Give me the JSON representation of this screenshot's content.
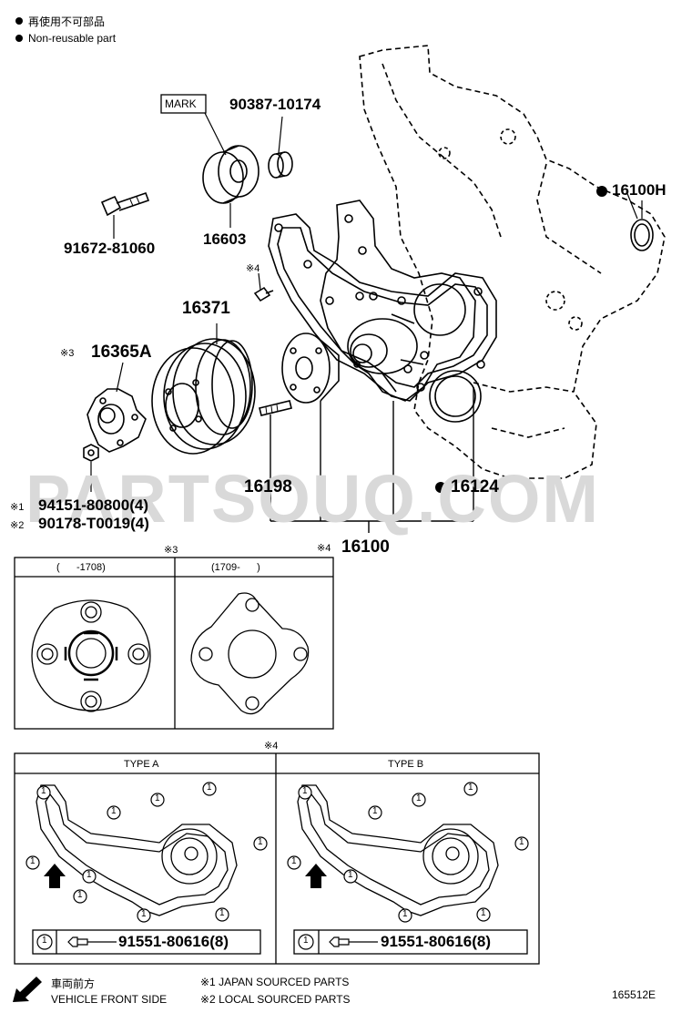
{
  "legend": {
    "nonreusable_jp": "再使用不可部品",
    "nonreusable_en": "Non-reusable part"
  },
  "watermark": "PARTSOUQ.COM",
  "parts": {
    "mark": "MARK",
    "p90387": "90387-10174",
    "p16603": "16603",
    "p91672": "91672-81060",
    "p16100h": "16100H",
    "note4_top": "※4",
    "p16371": "16371",
    "p16365a": "16365A",
    "p16365a_note": "※3",
    "p16198": "16198",
    "p16124": "16124",
    "p94151": "94151-80800(4)",
    "p94151_note": "※1",
    "p90178": "90178-T0019(4)",
    "p90178_note": "※2",
    "p16100": "16100",
    "p16100_note": "※4"
  },
  "box3": {
    "title": "※3",
    "left_header": "(      -1708)",
    "right_header": "(1709-      )"
  },
  "box4": {
    "title": "※4",
    "type_a": "TYPE A",
    "type_b": "TYPE B",
    "callout": "1",
    "bolt_a": "91551-80616(8)",
    "bolt_b": "91551-80616(8)"
  },
  "footer": {
    "front_jp": "車両前方",
    "front_en": "VEHICLE FRONT SIDE",
    "note1": "※1 JAPAN SOURCED PARTS",
    "note2": "※2 LOCAL SOURCED PARTS",
    "code": "165512E"
  }
}
